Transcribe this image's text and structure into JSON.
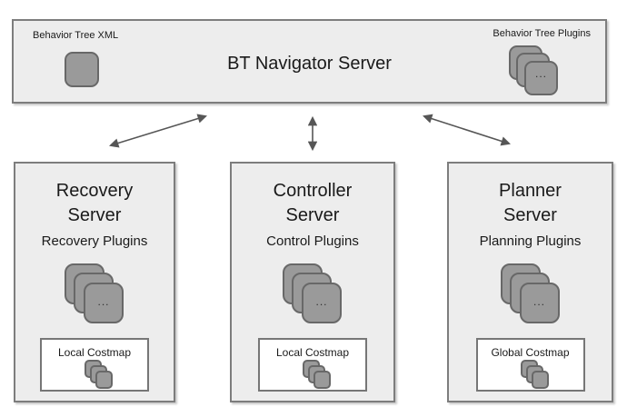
{
  "colors": {
    "box_fill": "#ededed",
    "box_border": "#7d7d7d",
    "square_fill": "#9a9a9a",
    "square_border": "#686868",
    "costmap_fill": "#ffffff",
    "costmap_border": "#767676",
    "arrow": "#565656",
    "text": "#1a1a1a"
  },
  "top_box": {
    "title": "BT Navigator Server",
    "left_label": "Behavior Tree XML",
    "right_label": "Behavior Tree Plugins",
    "stack_ellipsis": "..."
  },
  "servers": [
    {
      "title": "Recovery\nServer",
      "subtitle": "Recovery Plugins",
      "ellipsis": "...",
      "costmap": {
        "label": "Local Costmap"
      }
    },
    {
      "title": "Controller\nServer",
      "subtitle": "Control Plugins",
      "ellipsis": "...",
      "costmap": {
        "label": "Local Costmap"
      }
    },
    {
      "title": "Planner\nServer",
      "subtitle": "Planning Plugins",
      "ellipsis": "...",
      "costmap": {
        "label": "Global Costmap"
      }
    }
  ]
}
